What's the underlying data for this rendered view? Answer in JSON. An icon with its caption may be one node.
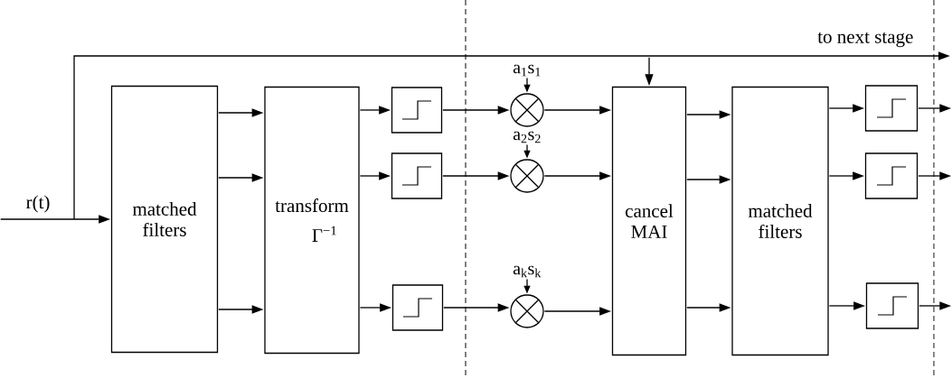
{
  "diagram": {
    "nodes": [
      {
        "text": [
          "matched filters"
        ]
      },
      {
        "text": [
          "transform",
          "Γ$^{−1}$"
        ]
      },
      {
        "text": [],
        "shape": "box"
      },
      {
        "text": [],
        "shape": "box"
      },
      {
        "text": [],
        "shape": "box"
      },
      {
        "text": [
          "a$_{1}$s$_{1}$"
        ]
      },
      {
        "text": [],
        "shape": "circle"
      },
      {
        "text": [
          "a$_{2}$s$_{2}$"
        ]
      },
      {
        "text": [],
        "shape": "circle"
      },
      {
        "text": [
          "a$_{k}$s$_{k}$"
        ]
      },
      {
        "text": [],
        "shape": "circle"
      },
      {
        "text": [
          "cancel MAI"
        ]
      },
      {
        "text": [
          "matched filters"
        ]
      },
      {
        "text": [],
        "shape": "box"
      },
      {
        "text": [],
        "shape": "box"
      },
      {
        "text": [],
        "shape": "box"
      }
    ],
    "edges": [
      {
        "from": null,
        "to": 0,
        "arrow": "to",
        "label": "r(t)"
      },
      {
        "from": null,
        "to": 11,
        "arrow": "to"
      },
      {
        "from": 0,
        "to": 1,
        "arrow": "to"
      },
      {
        "from": 0,
        "to": 1,
        "arrow": "to"
      },
      {
        "from": 0,
        "to": 1,
        "arrow": "to"
      },
      {
        "from": 1,
        "to": 2,
        "arrow": "to"
      },
      {
        "from": 1,
        "to": 3,
        "arrow": "to"
      },
      {
        "from": 1,
        "to": 4,
        "arrow": "to"
      },
      {
        "from": 2,
        "to": 6,
        "arrow": "to"
      },
      {
        "from": 3,
        "to": 8,
        "arrow": "to"
      },
      {
        "from": 4,
        "to": 10,
        "arrow": "to"
      },
      {
        "from": 5,
        "to": 6,
        "arrow": "to"
      },
      {
        "from": 7,
        "to": 8,
        "arrow": "to"
      },
      {
        "from": 9,
        "to": 10,
        "arrow": "to"
      },
      {
        "from": 6,
        "to": 11,
        "arrow": "to"
      },
      {
        "from": 8,
        "to": 11,
        "arrow": "to"
      },
      {
        "from": 10,
        "to": 11,
        "arrow": "to"
      },
      {
        "from": 11,
        "to": 12,
        "arrow": "to"
      },
      {
        "from": 11,
        "to": 12,
        "arrow": "to"
      },
      {
        "from": 11,
        "to": 12,
        "arrow": "to"
      },
      {
        "from": 12,
        "to": 13,
        "arrow": "to"
      },
      {
        "from": 12,
        "to": 14,
        "arrow": "to"
      },
      {
        "from": 12,
        "to": 15,
        "arrow": "to"
      },
      {
        "from": 13,
        "to": null,
        "arrow": "to"
      },
      {
        "from": 14,
        "to": null,
        "arrow": "to"
      },
      {
        "from": 15,
        "to": null,
        "arrow": "to"
      }
    ],
    "labels": [
      "to next stage"
    ]
  }
}
